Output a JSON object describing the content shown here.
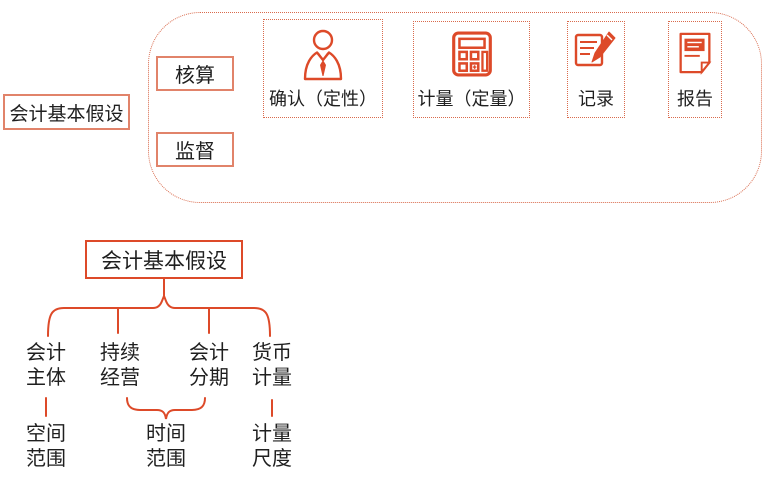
{
  "colors": {
    "accent": "#dd4a29",
    "salmon_border": "#e1836a",
    "dotted_border": "#d96a4c",
    "text": "#1f1f1f"
  },
  "top_flow": {
    "side_label": "会计基本假设",
    "function_boxes": [
      {
        "label": "核算"
      },
      {
        "label": "监督"
      }
    ],
    "steps": [
      {
        "label": "确认（定性）",
        "icon": "businessman-icon"
      },
      {
        "label": "计量（定量）",
        "icon": "calculator-icon"
      },
      {
        "label": "记录",
        "icon": "pencil-document-icon"
      },
      {
        "label": "报告",
        "icon": "report-document-icon"
      }
    ]
  },
  "tree": {
    "root": "会计基本假设",
    "branches": [
      {
        "line1": "会计",
        "line2": "主体"
      },
      {
        "line1": "持续",
        "line2": "经营"
      },
      {
        "line1": "会计",
        "line2": "分期"
      },
      {
        "line1": "货币",
        "line2": "计量"
      }
    ],
    "scopes": [
      {
        "line1": "空间",
        "line2": "范围"
      },
      {
        "line1": "时间",
        "line2": "范围"
      },
      {
        "line1": "计量",
        "line2": "尺度"
      }
    ]
  }
}
